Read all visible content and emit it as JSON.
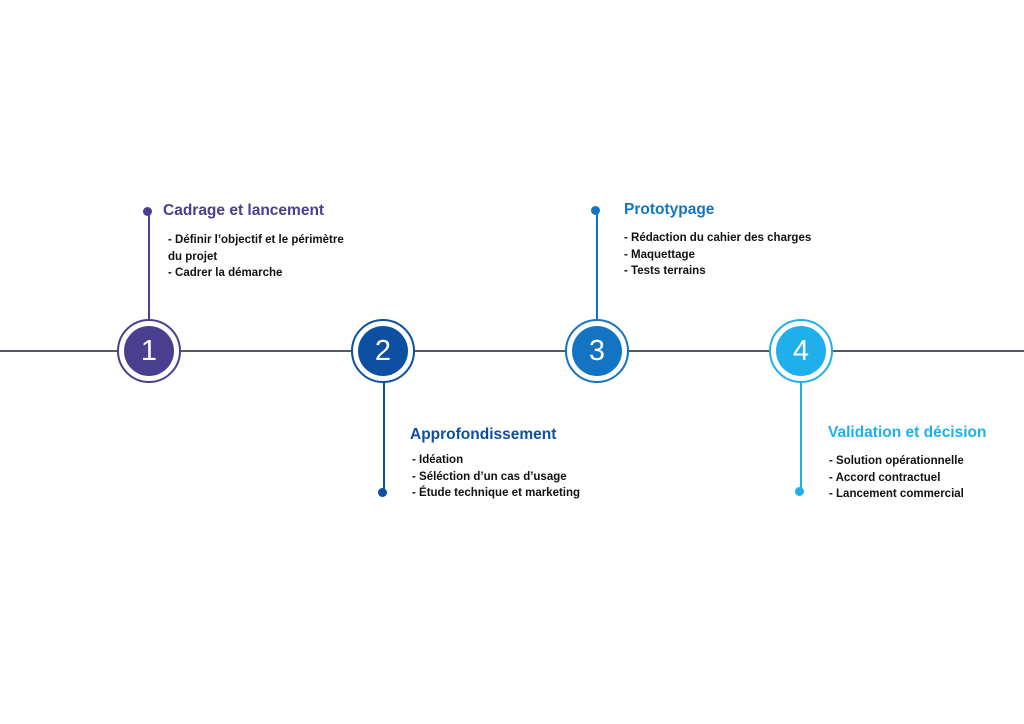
{
  "steps": [
    {
      "number": "1",
      "title": "Cadrage et lancement",
      "color": "#4a3f8f",
      "items": [
        "- Définir l’objectif  et le périmètre du projet",
        "- Cadrer la démarche"
      ]
    },
    {
      "number": "2",
      "title": "Approfondissement",
      "color": "#0d4fa0",
      "items": [
        "- Idéation",
        "- Séléction d’un cas d’usage",
        "- Étude technique et marketing"
      ]
    },
    {
      "number": "3",
      "title": "Prototypage",
      "color": "#1474c4",
      "items": [
        "- Rédaction du cahier des charges",
        "- Maquettage",
        "- Tests terrains"
      ]
    },
    {
      "number": "4",
      "title": "Validation et décision",
      "color": "#1fb0ec",
      "items": [
        "- Solution opérationnelle",
        "- Accord contractuel",
        "- Lancement commercial"
      ]
    }
  ]
}
